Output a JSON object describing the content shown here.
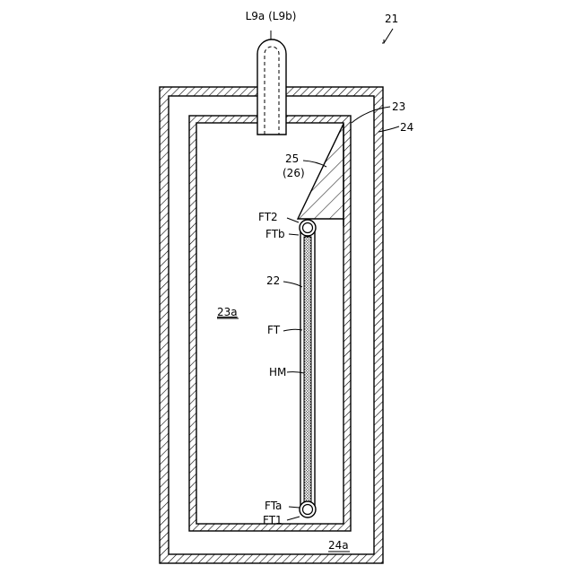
{
  "figure": {
    "labels": {
      "device": "21",
      "pipe": "L9a (L9b)",
      "inner_vessel": "23",
      "outer_vessel": "24",
      "wedge": "25",
      "wedge_alt": "(26)",
      "ft2": "FT2",
      "ftb": "FTb",
      "element": "22",
      "inner_space": "23a",
      "tube": "FT",
      "heater": "HM",
      "fta": "FTa",
      "ft1": "FT1",
      "outer_space": "24a"
    }
  }
}
